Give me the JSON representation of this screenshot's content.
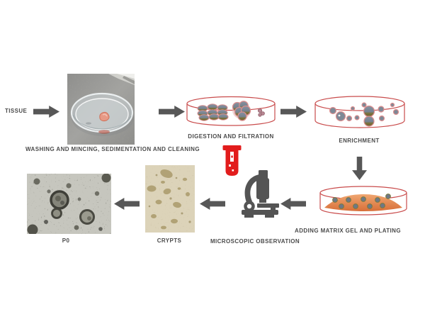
{
  "figure": {
    "description": "Laboratory workflow diagram for crypt isolation and organoid culture",
    "start_label": "TISSUE",
    "captions": {
      "washing": "WASHING AND MINCING, SEDIMENTATION AND CLEANING",
      "digestion": "DIGESTION AND FILTRATION",
      "enrichment": "ENRICHMENT",
      "matrix": "ADDING MATRIX GEL AND PLATING",
      "microscopy": "MICROSCOPIC OBSERVATION",
      "crypts": "CRYPTS",
      "p0": "P0"
    },
    "flow_order": [
      "TISSUE",
      "WASHING AND MINCING, SEDIMENTATION AND CLEANING",
      "DIGESTION AND FILTRATION",
      "ENRICHMENT",
      "ADDING MATRIX GEL AND PLATING",
      "MICROSCOPIC OBSERVATION",
      "CRYPTS",
      "P0"
    ],
    "icons": {
      "right_arrow": "right-arrow-icon",
      "left_arrow": "left-arrow-icon",
      "down_arrow": "down-arrow-icon",
      "test_tube": "test-tube-icon",
      "microscope": "microscope-icon",
      "petri_dish": "petri-dish-illustration"
    },
    "colors": {
      "arrow": "#575757",
      "caption_text": "#4b4b4b",
      "dish_outline": "#c94c4c",
      "test_tube_red": "#e21c1c",
      "matrix_gel_orange": "#e0854e",
      "cell_gray": "#7d8896",
      "cell_ring_pink": "#d98f8f"
    }
  }
}
